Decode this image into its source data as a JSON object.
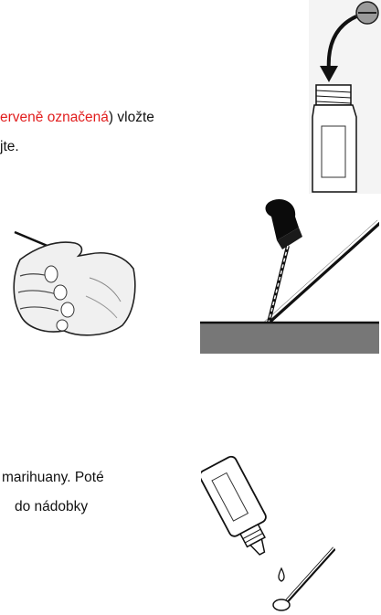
{
  "text": {
    "line1_red": "erveně označená",
    "line1_black": ") vložte",
    "line2": "jte.",
    "line3": "marihuany. Poté",
    "line4": "do nádobky"
  },
  "icons": {
    "bottle_top_right": "bottle-with-cap-arrow-icon",
    "hand_with_swab": "hand-holding-swab-icon",
    "dropper_and_swab": "dropper-and-swab-on-surface-icon",
    "bottle_drip_on_swab": "bottle-dripping-on-swab-icon"
  },
  "colors": {
    "red_text": "#e11d1d",
    "ink": "#111111",
    "surface": "#777777"
  }
}
